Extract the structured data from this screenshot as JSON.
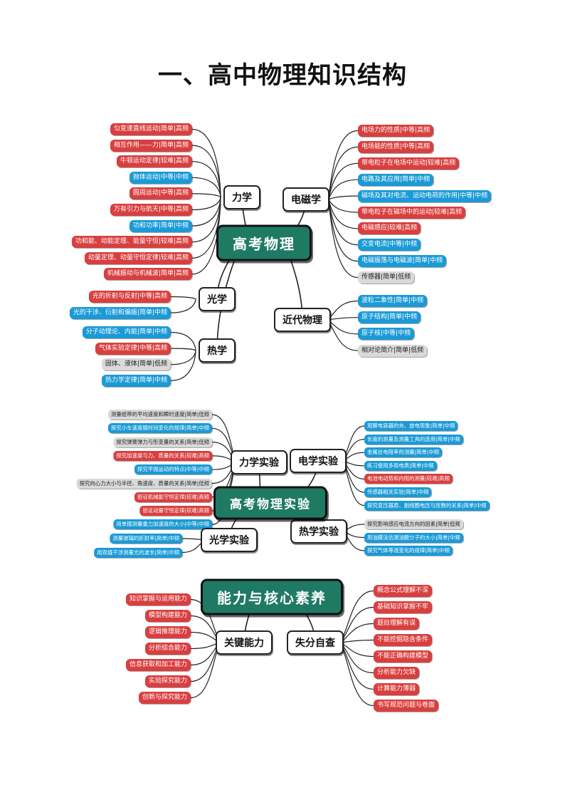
{
  "title": "一、高中物理知识结构",
  "colors": {
    "red": "#d93f3f",
    "blue": "#1a9ad6",
    "gray": "#d9d9d9",
    "green": "#1f7a64",
    "line": "#222222"
  },
  "maps": [
    {
      "center": {
        "label": "高考物理"
      },
      "branches": [
        {
          "label": "力学",
          "items": [
            {
              "text": "匀变速直线运动|简单|高频",
              "color": "red"
            },
            {
              "text": "相互作用——力|简单|高频",
              "color": "red"
            },
            {
              "text": "牛顿运动定律|较难|高频",
              "color": "red"
            },
            {
              "text": "抛体运动|中等|中频",
              "color": "blue"
            },
            {
              "text": "圆周运动|中等|高频",
              "color": "red"
            },
            {
              "text": "万有引力与航天|中等|高频",
              "color": "red"
            },
            {
              "text": "功和功率|简单|中频",
              "color": "blue"
            },
            {
              "text": "功和能、动能定理、能量守恒|较难|高频",
              "color": "red"
            },
            {
              "text": "动量定理、动量守恒定律|较难|高频",
              "color": "red"
            },
            {
              "text": "机械振动与机械波|简单|高频",
              "color": "red"
            }
          ]
        },
        {
          "label": "光学",
          "items": [
            {
              "text": "光的折射与反射|中等|高频",
              "color": "red"
            },
            {
              "text": "光的干涉、衍射和偏振|简单|中频",
              "color": "blue"
            }
          ]
        },
        {
          "label": "热学",
          "items": [
            {
              "text": "分子动理论、内能|简单|中频",
              "color": "blue"
            },
            {
              "text": "气体实验定律|中等|高频",
              "color": "red"
            },
            {
              "text": "固体、液体|简单|低频",
              "color": "gray"
            },
            {
              "text": "热力学定律|简单|中频",
              "color": "blue"
            }
          ]
        },
        {
          "label": "电磁学",
          "items": [
            {
              "text": "电场力的性质|中等|高频",
              "color": "red"
            },
            {
              "text": "电场能的性质|中等|高频",
              "color": "red"
            },
            {
              "text": "带电粒子在电场中运动|较难|高频",
              "color": "red"
            },
            {
              "text": "电路及其应用|简单|中频",
              "color": "blue"
            },
            {
              "text": "磁场及其对电流、运动电荷的作用|中等|中频",
              "color": "blue"
            },
            {
              "text": "带电粒子在磁场中的运动|较难|高频",
              "color": "red"
            },
            {
              "text": "电磁感应|较难|高频",
              "color": "red"
            },
            {
              "text": "交变电流|中等|中频",
              "color": "blue"
            },
            {
              "text": "电磁振荡与电磁波|简单|中频",
              "color": "blue"
            },
            {
              "text": "传感器|简单|低频",
              "color": "gray"
            }
          ]
        },
        {
          "label": "近代物理",
          "items": [
            {
              "text": "波粒二象性|简单|中频",
              "color": "blue"
            },
            {
              "text": "原子结构|简单|中频",
              "color": "blue"
            },
            {
              "text": "原子核|中等|中频",
              "color": "blue"
            },
            {
              "text": "相对论简介|简单|低频",
              "color": "gray"
            }
          ]
        }
      ]
    },
    {
      "center": {
        "label": "高考物理实验"
      },
      "branches": [
        {
          "label": "力学实验",
          "items": [
            {
              "text": "测量纸带的平均速度和瞬时速度|简单|低频",
              "color": "gray"
            },
            {
              "text": "探究小车速度随时间变化的规律|简单|中频",
              "color": "blue"
            },
            {
              "text": "探究弹簧弹力与形变量的关系|简单|低频",
              "color": "gray"
            },
            {
              "text": "探究加速度与力、质量的关系|较难|高频",
              "color": "red"
            },
            {
              "text": "探究平抛运动的特点|中等|中频",
              "color": "blue"
            },
            {
              "text": "探究向心力大小与半径、角速度、质量的关系|简单|低频",
              "color": "gray"
            },
            {
              "text": "验证机械能守恒定律|较难|高频",
              "color": "red"
            },
            {
              "text": "验证动量守恒定律|较难|高频",
              "color": "red"
            },
            {
              "text": "用单摆测量重力加速度的大小|中等|中频",
              "color": "blue"
            }
          ]
        },
        {
          "label": "光学实验",
          "items": [
            {
              "text": "测量玻璃的折射率|简单|中频",
              "color": "blue"
            },
            {
              "text": "用双缝干涉测量光的波长|简单|中频",
              "color": "blue"
            }
          ]
        },
        {
          "label": "电学实验",
          "items": [
            {
              "text": "观察电容器的充、放电现象|简单|中频",
              "color": "blue"
            },
            {
              "text": "长度的测量及测量工具的选用|简单|中频",
              "color": "blue"
            },
            {
              "text": "金属丝电阻率的测量|简单|中频",
              "color": "blue"
            },
            {
              "text": "练习使用多用电表|简单|中频",
              "color": "blue"
            },
            {
              "text": "电池电动势和内阻的测量|较难|高频",
              "color": "red"
            },
            {
              "text": "传感器相关实验|简单|中频",
              "color": "blue"
            },
            {
              "text": "探究变压器原、副线圈电压与匝数的关系|简单|中频",
              "color": "blue"
            }
          ]
        },
        {
          "label": "热学实验",
          "items": [
            {
              "text": "探究影响感应电流方向的因素|简单|低频",
              "color": "gray"
            },
            {
              "text": "用油膜法估测油酸分子的大小|简单|中频",
              "color": "blue"
            },
            {
              "text": "探究气体等温变化的规律|简单|中频",
              "color": "blue"
            }
          ]
        }
      ]
    },
    {
      "center": {
        "label": "能力与核心素养"
      },
      "branches": [
        {
          "label": "关键能力",
          "items": [
            {
              "text": "知识掌握与运用能力",
              "color": "red"
            },
            {
              "text": "模型构建能力",
              "color": "red"
            },
            {
              "text": "逻辑推理能力",
              "color": "red"
            },
            {
              "text": "分析综合能力",
              "color": "red"
            },
            {
              "text": "信息获取和加工能力",
              "color": "red"
            },
            {
              "text": "实验探究能力",
              "color": "red"
            },
            {
              "text": "创新与探究能力",
              "color": "red"
            }
          ]
        },
        {
          "label": "失分自查",
          "items": [
            {
              "text": "概念公式理解不深",
              "color": "red"
            },
            {
              "text": "基础知识掌握不牢",
              "color": "red"
            },
            {
              "text": "题目理解有误",
              "color": "red"
            },
            {
              "text": "不能挖掘隐含条件",
              "color": "red"
            },
            {
              "text": "不能正确构建模型",
              "color": "red"
            },
            {
              "text": "分析能力欠缺",
              "color": "red"
            },
            {
              "text": "计算能力薄弱",
              "color": "red"
            },
            {
              "text": "书写规范问题与卷面",
              "color": "red"
            }
          ]
        }
      ]
    }
  ]
}
